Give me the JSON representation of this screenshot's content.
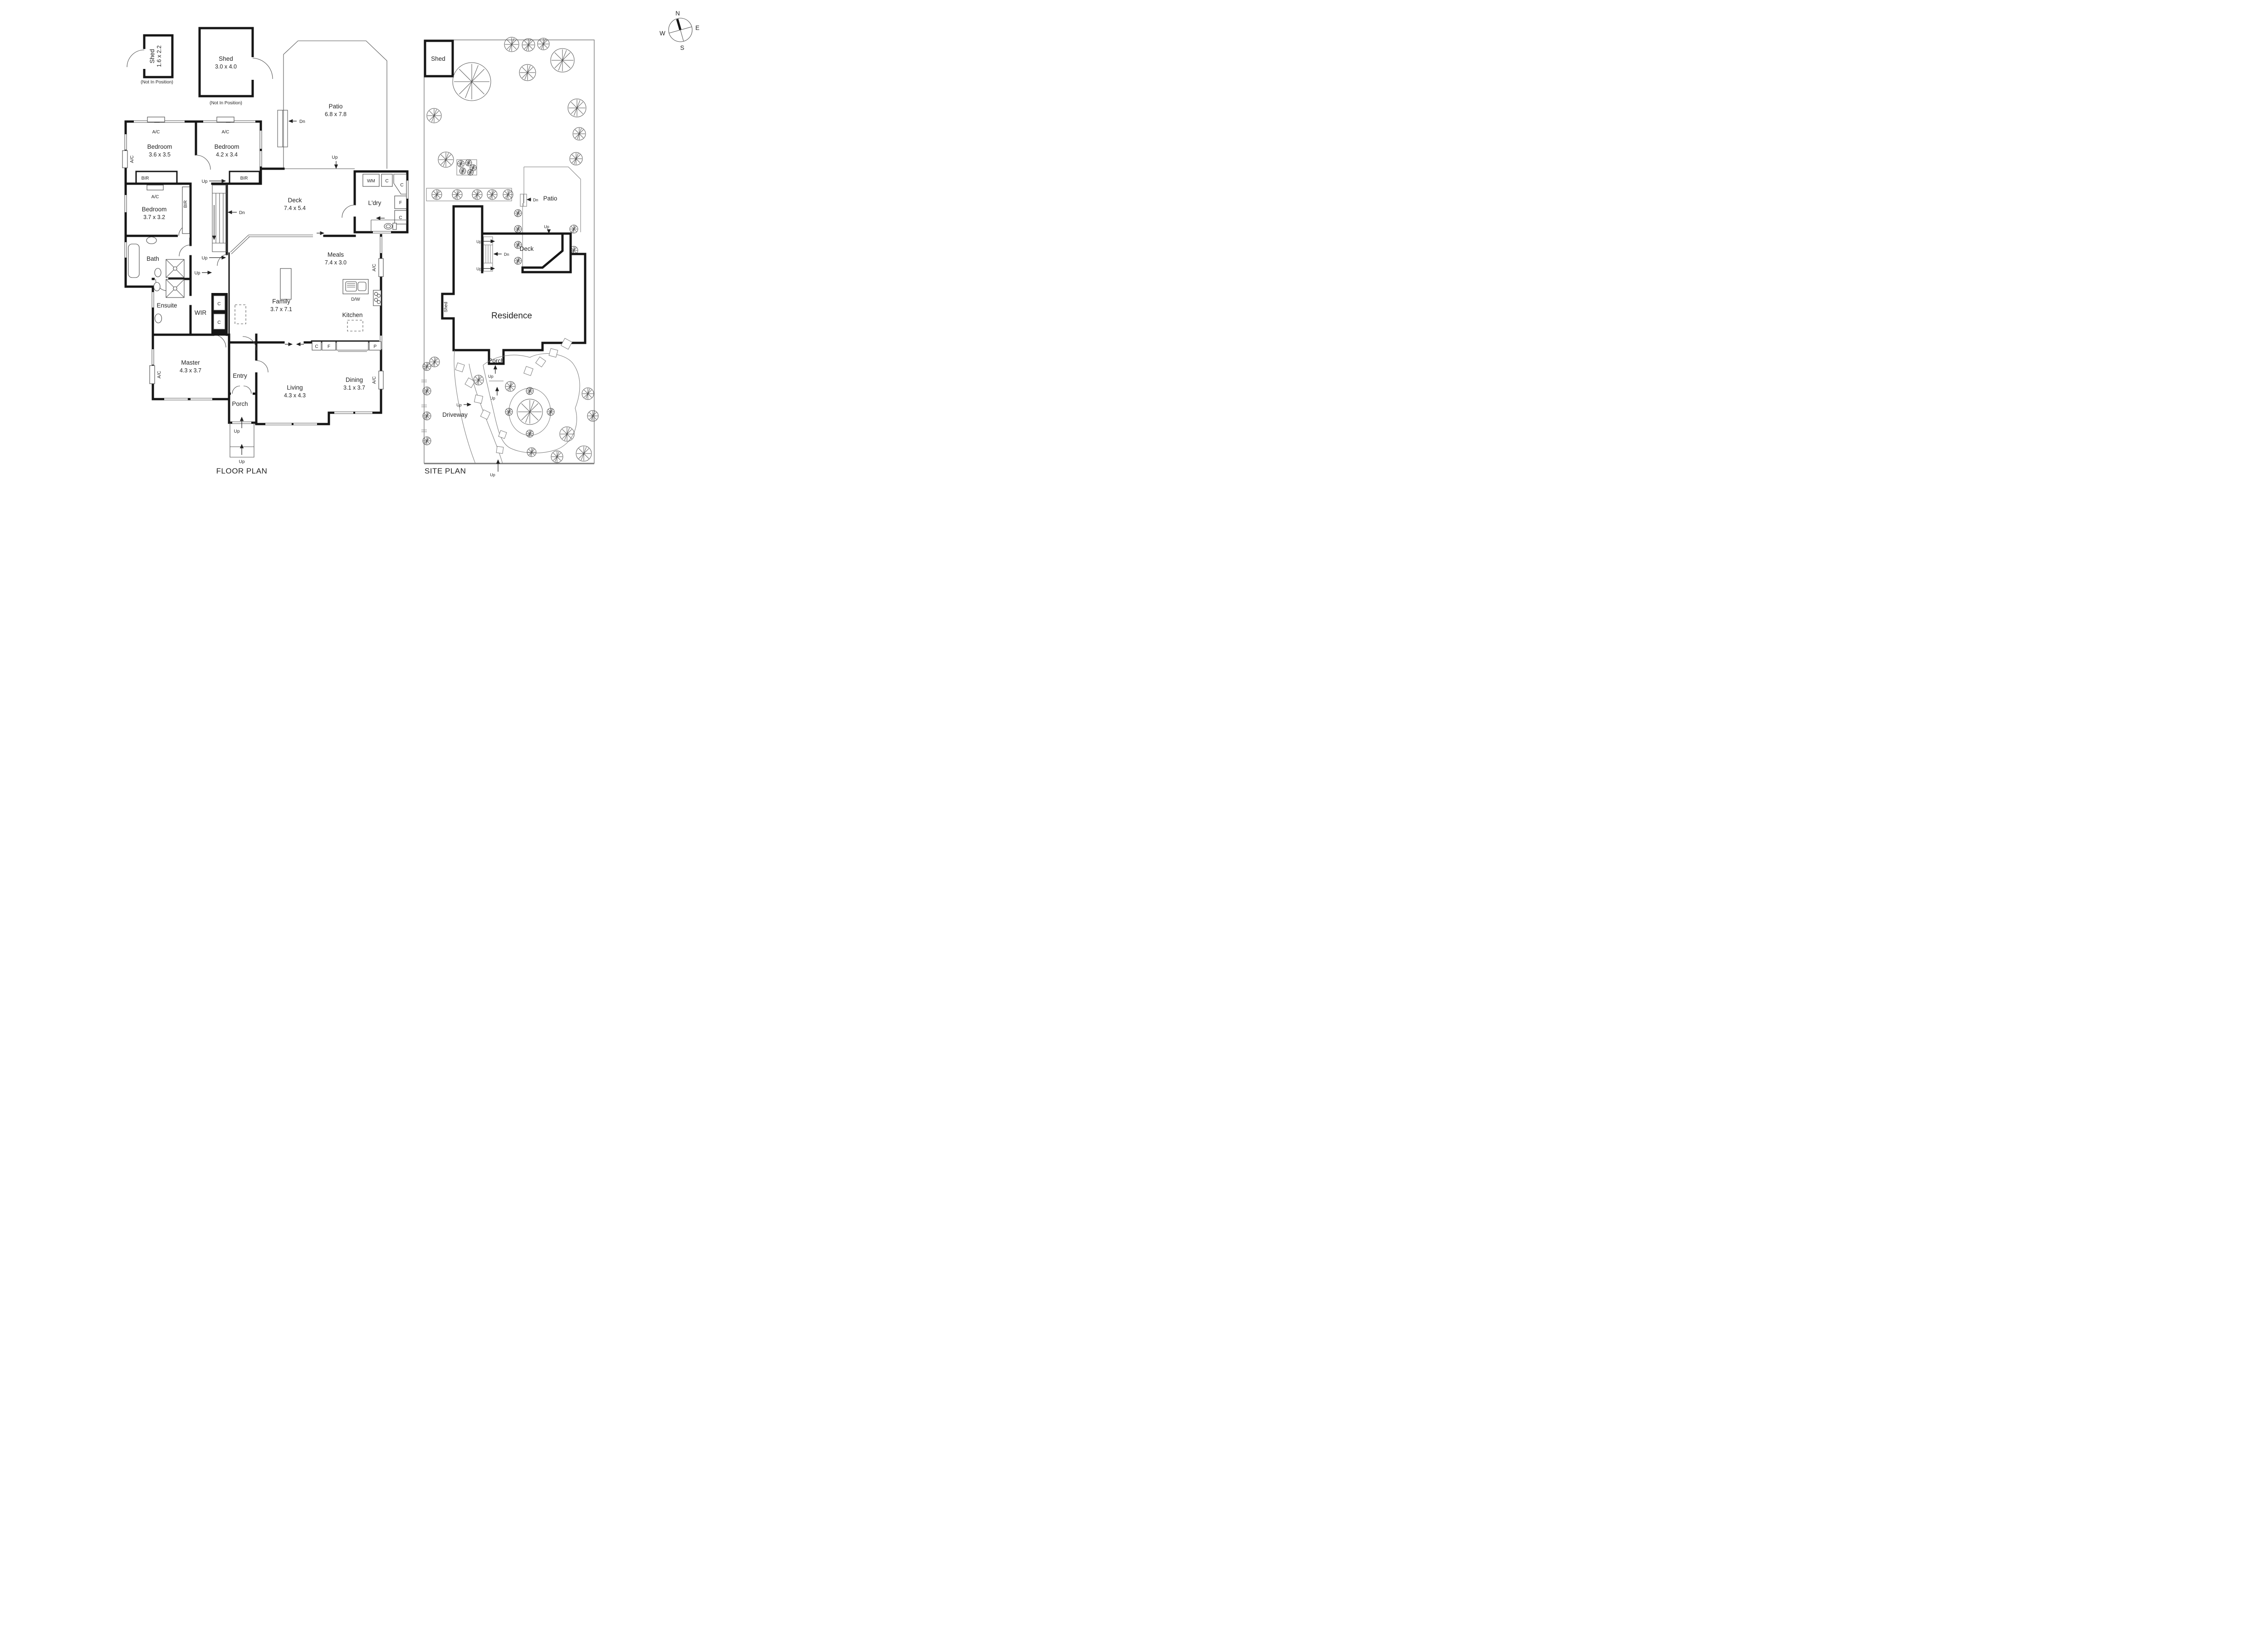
{
  "captions": {
    "floor_plan": "FLOOR PLAN",
    "site_plan": "SITE PLAN"
  },
  "compass": {
    "north": "N",
    "east": "E",
    "south": "S",
    "west": "W"
  },
  "labels": {
    "ac": "A/C",
    "bir": "BIR",
    "wm": "WM",
    "cupboard": "C",
    "fridge": "F",
    "pantry": "P",
    "dishwasher": "D/W",
    "up": "Up",
    "down": "Dn"
  },
  "floor_plan": {
    "shed_small": {
      "name": "Shed",
      "dims": "1.6 x 2.2",
      "note": "(Not In Position)"
    },
    "shed_large": {
      "name": "Shed",
      "dims": "3.0 x 4.0",
      "note": "(Not In Position)"
    },
    "rooms": {
      "patio": {
        "name": "Patio",
        "dims": "6.8 x 7.8"
      },
      "bedroom1": {
        "name": "Bedroom",
        "dims": "3.6 x 3.5"
      },
      "bedroom2": {
        "name": "Bedroom",
        "dims": "4.2 x 3.4"
      },
      "bedroom3": {
        "name": "Bedroom",
        "dims": "3.7 x 3.2"
      },
      "deck": {
        "name": "Deck",
        "dims": "7.4 x 5.4"
      },
      "laundry": {
        "name": "L'dry"
      },
      "meals": {
        "name": "Meals",
        "dims": "7.4 x 3.0"
      },
      "family": {
        "name": "Family",
        "dims": "3.7 x 7.1"
      },
      "kitchen": {
        "name": "Kitchen"
      },
      "bath": {
        "name": "Bath"
      },
      "ensuite": {
        "name": "Ensuite"
      },
      "wir": {
        "name": "WIR"
      },
      "master": {
        "name": "Master",
        "dims": "4.3 x 3.7"
      },
      "entry": {
        "name": "Entry"
      },
      "living": {
        "name": "Living",
        "dims": "4.3 x 4.3"
      },
      "dining": {
        "name": "Dining",
        "dims": "3.1 x 3.7"
      },
      "porch": {
        "name": "Porch"
      }
    }
  },
  "site_plan": {
    "shed": "Shed",
    "side_shed": "Shed",
    "patio": "Patio",
    "deck": "Deck",
    "residence": "Residence",
    "porch": "Porch",
    "driveway": "Driveway"
  }
}
